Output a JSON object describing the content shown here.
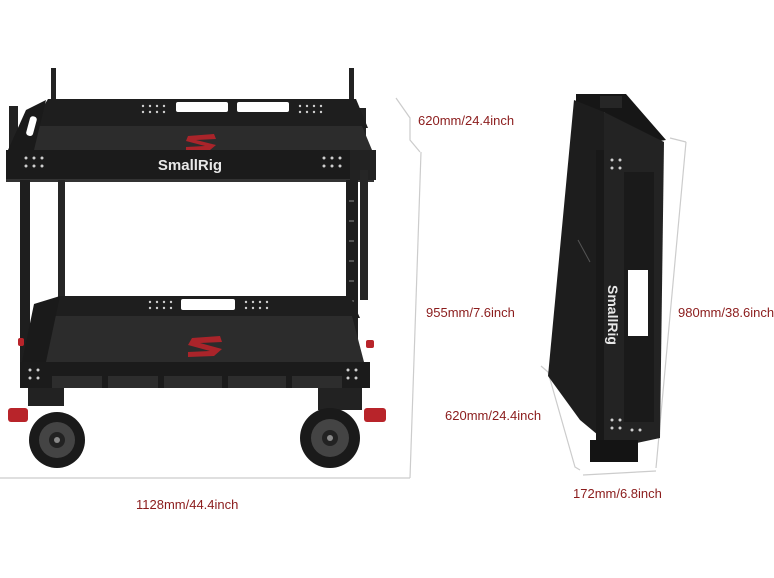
{
  "brand": {
    "logo_text": "SmallRig"
  },
  "colors": {
    "label": "#8b1c1c",
    "dimension_line": "#cccccc",
    "frame": "#1c1c1c",
    "shelf": "#2b2b2b",
    "accent": "#b8242a",
    "background": "#ffffff"
  },
  "dimensions": {
    "open_depth": "620mm/24.4inch",
    "open_height": "955mm/7.6inch",
    "open_width": "1128mm/44.4inch",
    "folded_height": "980mm/38.6inch",
    "folded_depth": "620mm/24.4inch",
    "folded_width": "172mm/6.8inch"
  }
}
